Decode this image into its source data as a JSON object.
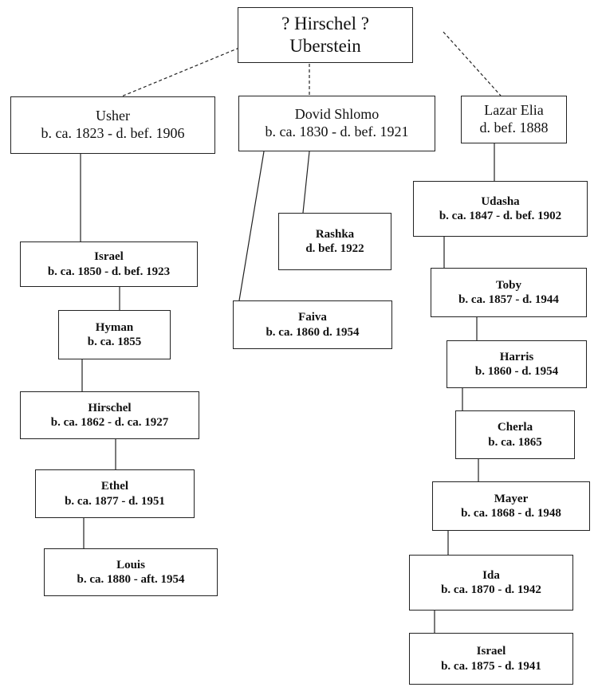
{
  "root": {
    "line1": "? Hirschel ?",
    "line2": "Uberstein"
  },
  "branches": {
    "usher": {
      "parent": {
        "name": "Usher",
        "dates": "b. ca. 1823 - d. bef. 1906"
      },
      "children": [
        {
          "name": "Israel",
          "dates": "b. ca. 1850 - d. bef. 1923"
        },
        {
          "name": "Hyman",
          "dates": "b. ca. 1855"
        },
        {
          "name": "Hirschel",
          "dates": "b. ca. 1862 - d. ca. 1927"
        },
        {
          "name": "Ethel",
          "dates": "b. ca. 1877 - d. 1951"
        },
        {
          "name": "Louis",
          "dates": "b. ca. 1880 - aft. 1954"
        }
      ]
    },
    "dovid": {
      "parent": {
        "name": "Dovid Shlomo",
        "dates": "b. ca. 1830 - d. bef. 1921"
      },
      "children": [
        {
          "name": "Rashka",
          "dates": "d. bef. 1922"
        },
        {
          "name": "Faiva",
          "dates": "b. ca. 1860 d. 1954"
        }
      ]
    },
    "lazar": {
      "parent": {
        "name": "Lazar Elia",
        "dates": "d. bef. 1888"
      },
      "children": [
        {
          "name": "Udasha",
          "dates": "b. ca. 1847 - d. bef. 1902"
        },
        {
          "name": "Toby",
          "dates": "b. ca. 1857 - d. 1944"
        },
        {
          "name": "Harris",
          "dates": "b. 1860 - d. 1954"
        },
        {
          "name": "Cherla",
          "dates": "b. ca. 1865"
        },
        {
          "name": "Mayer",
          "dates": "b. ca. 1868 - d. 1948"
        },
        {
          "name": "Ida",
          "dates": "b. ca. 1870 - d. 1942"
        },
        {
          "name": "Israel",
          "dates": "b. ca. 1875 - d. 1941"
        }
      ]
    }
  }
}
